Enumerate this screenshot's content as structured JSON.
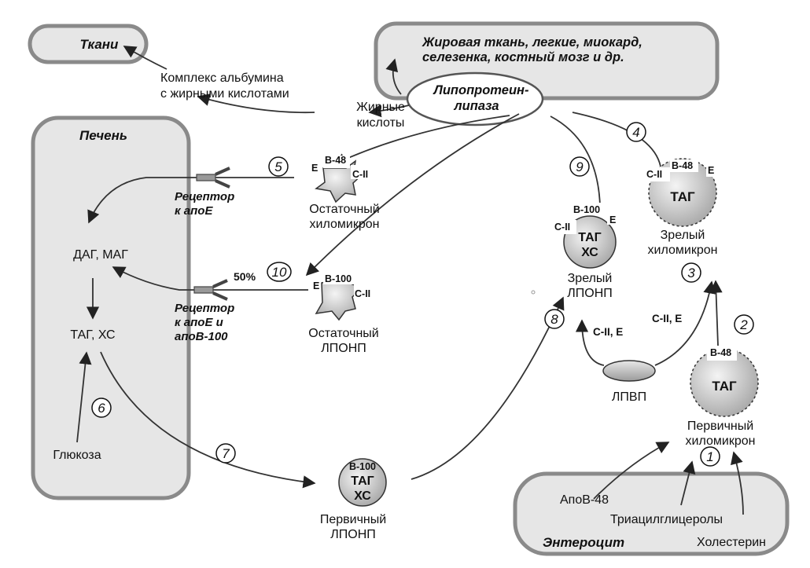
{
  "boxes": {
    "tissues": "Ткани",
    "adipose_line1": "Жировая ткань, легкие, миокард,",
    "adipose_line2": "селезенка, костный мозг и др.",
    "liver": "Печень",
    "enterocyte": "Энтероцит"
  },
  "lpl": {
    "line1": "Липопротеин-",
    "line2": "липаза"
  },
  "labels": {
    "albumin_line1": "Комплекс альбумина",
    "albumin_line2": "с жирными кислотами",
    "fa_line1": "Жирные",
    "fa_line2": "кислоты",
    "dag_mag": "ДАГ, МАГ",
    "tag_hs": "ТАГ, ХС",
    "glucose": "Глюкоза",
    "receptor_e_line1": "Рецептор",
    "receptor_e_line2": "к апоЕ",
    "receptor_eb_line1": "Рецептор",
    "receptor_eb_line2": "к апоЕ и",
    "receptor_eb_line3": "апоВ-100",
    "percent50": "50%",
    "remnant_chylo_line1": "Остаточный",
    "remnant_chylo_line2": "хиломикрон",
    "remnant_vldl_line1": "Остаточный",
    "remnant_vldl_line2": "ЛПОНП",
    "mature_vldl_line1": "Зрелый",
    "mature_vldl_line2": "ЛПОНП",
    "mature_chylo_line1": "Зрелый",
    "mature_chylo_line2": "хиломикрон",
    "primary_chylo_line1": "Первичный",
    "primary_chylo_line2": "хиломикрон",
    "primary_vldl_line1": "Первичный",
    "primary_vldl_line2": "ЛПОНП",
    "hdl": "ЛПВП",
    "apob48": "АпоВ-48",
    "triacylglycerols": "Триацилглицеролы",
    "cholesterol": "Холестерин",
    "cii_e_1": "C-II, E",
    "cii_e_2": "C-II, E"
  },
  "particles": {
    "b48": "B-48",
    "b100": "B-100",
    "cii": "C-II",
    "e": "E",
    "tag": "ТАГ",
    "hs": "ХС"
  },
  "steps": [
    "1",
    "2",
    "3",
    "4",
    "5",
    "6",
    "7",
    "8",
    "9",
    "10"
  ]
}
